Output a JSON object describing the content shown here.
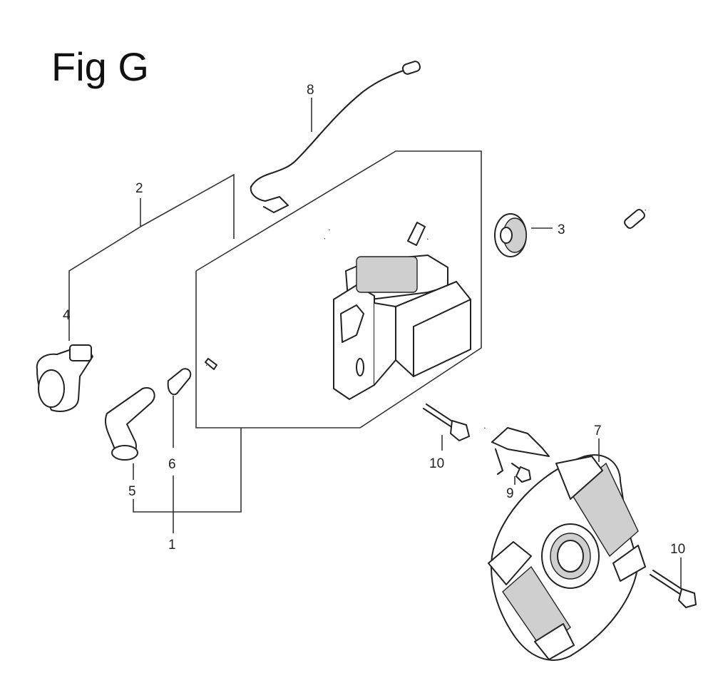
{
  "figure": {
    "title": "Fig G"
  },
  "callouts": {
    "c1": "1",
    "c2": "2",
    "c3": "3",
    "c4": "4",
    "c5": "5",
    "c6": "6",
    "c7": "7",
    "c8": "8",
    "c9": "9",
    "c10a": "10",
    "c10b": "10"
  }
}
